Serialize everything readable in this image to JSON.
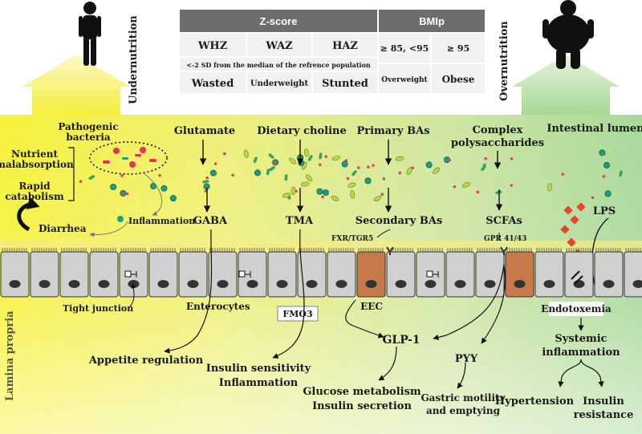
{
  "table": {
    "zscore_header": "Z-score",
    "bmip_header": "BMIp",
    "whz": "WHZ",
    "waz": "WAZ",
    "haz": "HAZ",
    "bmip_range1": "≥ 85, <95",
    "bmip_range2": "≥ 95",
    "sd_note": "<-2 SD from the median of the refrence population",
    "wasted": "Wasted",
    "underweight": "Underweight",
    "stunted": "Stunted",
    "overweight": "Overweight",
    "obese": "Obese"
  },
  "side_labels": {
    "undernutrition": "Undernutrition",
    "overnutrition": "Overnutrition",
    "lamina_propria": "Lamina propria"
  },
  "lumen": {
    "pathogenic_line1": "Pathogenic",
    "pathogenic_line2": "bacteria",
    "nutrient_line1": "Nutrient",
    "nutrient_line2": "malabsorption",
    "rapid_line1": "Rapid",
    "rapid_line2": "catabolism",
    "diarrhea": "Diarrhea",
    "inflammation": "Inflammation",
    "glutamate": "Glutamate",
    "gaba": "GABA",
    "dietary_choline": "Dietary choline",
    "tma": "TMA",
    "primary_bas": "Primary BAs",
    "secondary_bas": "Secondary BAs",
    "complex_line1": "Complex",
    "complex_line2": "polysaccharides",
    "scfas": "SCFAs",
    "intestinal_lumen": "Intestinal lumen",
    "lps": "LPS"
  },
  "epithelium": {
    "fxr_tgr5": "FXR/TGR5",
    "gpr": "GPR 41/43",
    "tight_junction": "Tight junction",
    "enterocytes": "Enterocytes",
    "fmo3": "FMO3",
    "eec": "EEC",
    "endotoxemia": "Endotoxemia"
  },
  "outcomes": {
    "appetite": "Appetite regulation",
    "insulin_sens": "Insulin sensitivity",
    "inflammation2": "Inflammation",
    "glp1": "GLP-1",
    "glucose": "Glucose metabolism",
    "insulin_secretion": "Insulin secretion",
    "pyy": "PYY",
    "gastric1": "Gastric motility",
    "gastric2": "and emptying",
    "systemic1": "Systemic",
    "systemic2": "inflammation",
    "hypertension": "Hypertension",
    "insulin_res1": "Insulin",
    "insulin_res2": "resistance"
  },
  "colors": {
    "table_header": "#6d6d6d",
    "cell_fill": "#f1f1f1",
    "eec_fill": "#c67a4c",
    "cell_grey": "#d0d0d0",
    "lps_red": "#e8452c",
    "bacteria_green": "#1f9e7a",
    "bacteria_pink": "#e2335a",
    "dot_red": "#e64060"
  }
}
